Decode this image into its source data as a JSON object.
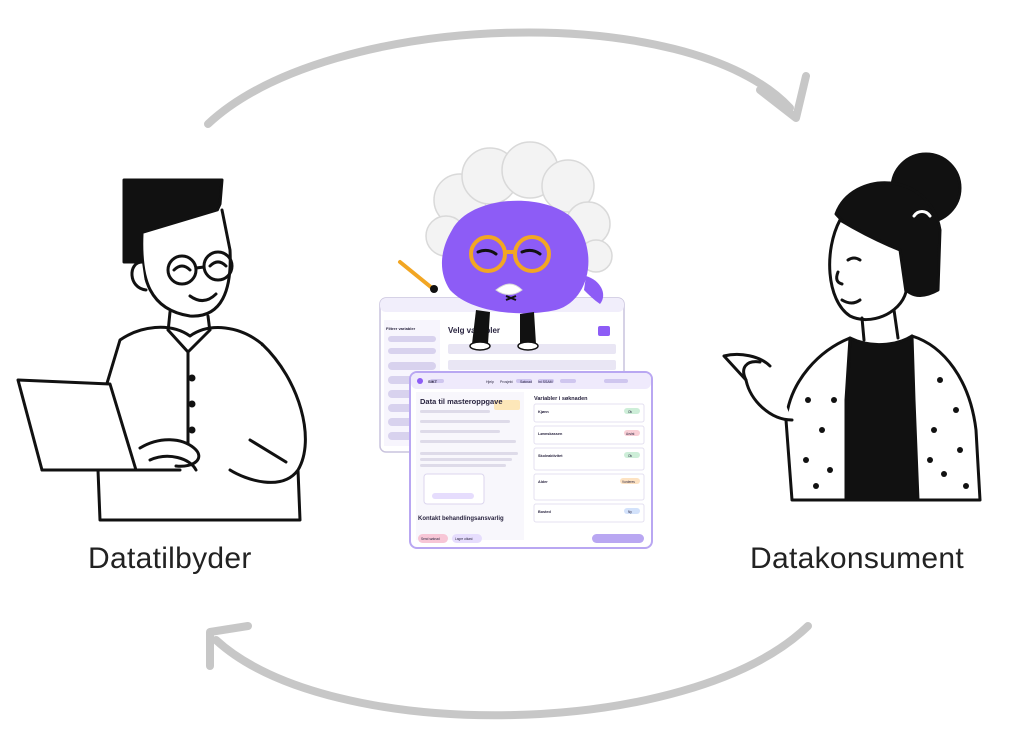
{
  "labels": {
    "provider": "Datatilbyder",
    "consumer": "Datakonsument"
  },
  "back_window": {
    "title": "Velg variabler",
    "filter_heading": "Filtrer variabler"
  },
  "front_window": {
    "brand": "SIKT",
    "nav": [
      "Hjelp",
      "Prosjekt",
      "Søknad",
      "Ini SSAM"
    ],
    "title": "Data til masteroppgave",
    "right_heading": "Variabler i søknaden",
    "section_heading": "Kontakt behandlingsansvarlig",
    "variables": [
      "Kjønn",
      "Lønnskassen",
      "Skoleaktivitet",
      "Alder",
      "Bosted"
    ],
    "badges": [
      "Ok",
      "Avvist",
      "Ok",
      "Vurderes",
      "Ny"
    ],
    "bottom_buttons": [
      "Send søknad",
      "Lagre utkast"
    ]
  },
  "colors": {
    "arrow": "#c7c7c7",
    "mascot": "#8d5cf6",
    "mascot_glasses": "#f2a623",
    "ui_frame": "#b9a7f2",
    "ui_header": "#efeafc",
    "ink": "#111111"
  },
  "icons": [
    "cycle-arrow-top-icon",
    "cycle-arrow-bottom-icon",
    "mascot-illustration",
    "provider-illustration",
    "consumer-illustration"
  ]
}
